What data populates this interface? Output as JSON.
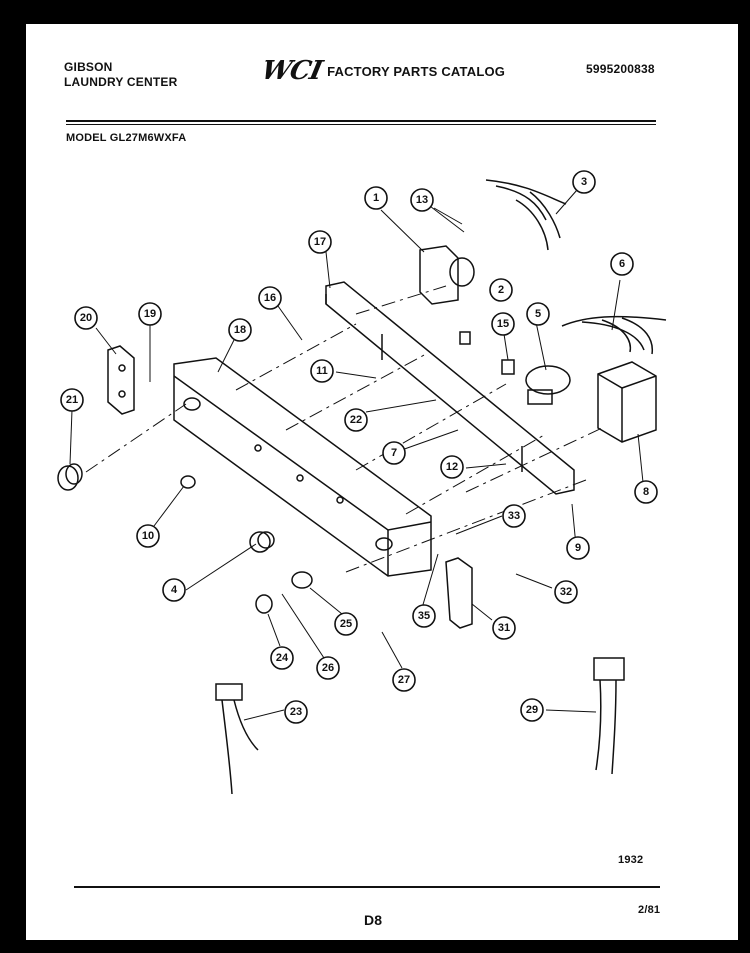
{
  "header": {
    "brand_line1": "GIBSON",
    "brand_line2": "LAUNDRY CENTER",
    "logo": "WCI",
    "catalog_title": "FACTORY PARTS CATALOG",
    "part_number": "5995200838"
  },
  "model": "MODEL GL27M6WXFA",
  "footer": {
    "page": "D8",
    "drawing_number": "1932",
    "date": "2/81"
  },
  "callouts": [
    {
      "id": "c1",
      "label": "1"
    },
    {
      "id": "c2",
      "label": "2"
    },
    {
      "id": "c3",
      "label": "3"
    },
    {
      "id": "c4",
      "label": "4"
    },
    {
      "id": "c5",
      "label": "5"
    },
    {
      "id": "c6",
      "label": "6"
    },
    {
      "id": "c7",
      "label": "7"
    },
    {
      "id": "c8",
      "label": "8"
    },
    {
      "id": "c9",
      "label": "9"
    },
    {
      "id": "c10",
      "label": "10"
    },
    {
      "id": "c11",
      "label": "11"
    },
    {
      "id": "c12",
      "label": "12"
    },
    {
      "id": "c13",
      "label": "13"
    },
    {
      "id": "c15",
      "label": "15"
    },
    {
      "id": "c16",
      "label": "16"
    },
    {
      "id": "c17",
      "label": "17"
    },
    {
      "id": "c18",
      "label": "18"
    },
    {
      "id": "c19",
      "label": "19"
    },
    {
      "id": "c20",
      "label": "20"
    },
    {
      "id": "c21",
      "label": "21"
    },
    {
      "id": "c22",
      "label": "22"
    },
    {
      "id": "c23",
      "label": "23"
    },
    {
      "id": "c24",
      "label": "24"
    },
    {
      "id": "c25",
      "label": "25"
    },
    {
      "id": "c26",
      "label": "26"
    },
    {
      "id": "c27",
      "label": "27"
    },
    {
      "id": "c29",
      "label": "29"
    },
    {
      "id": "c31",
      "label": "31"
    },
    {
      "id": "c32",
      "label": "32"
    },
    {
      "id": "c33",
      "label": "33"
    },
    {
      "id": "c35",
      "label": "35"
    }
  ]
}
